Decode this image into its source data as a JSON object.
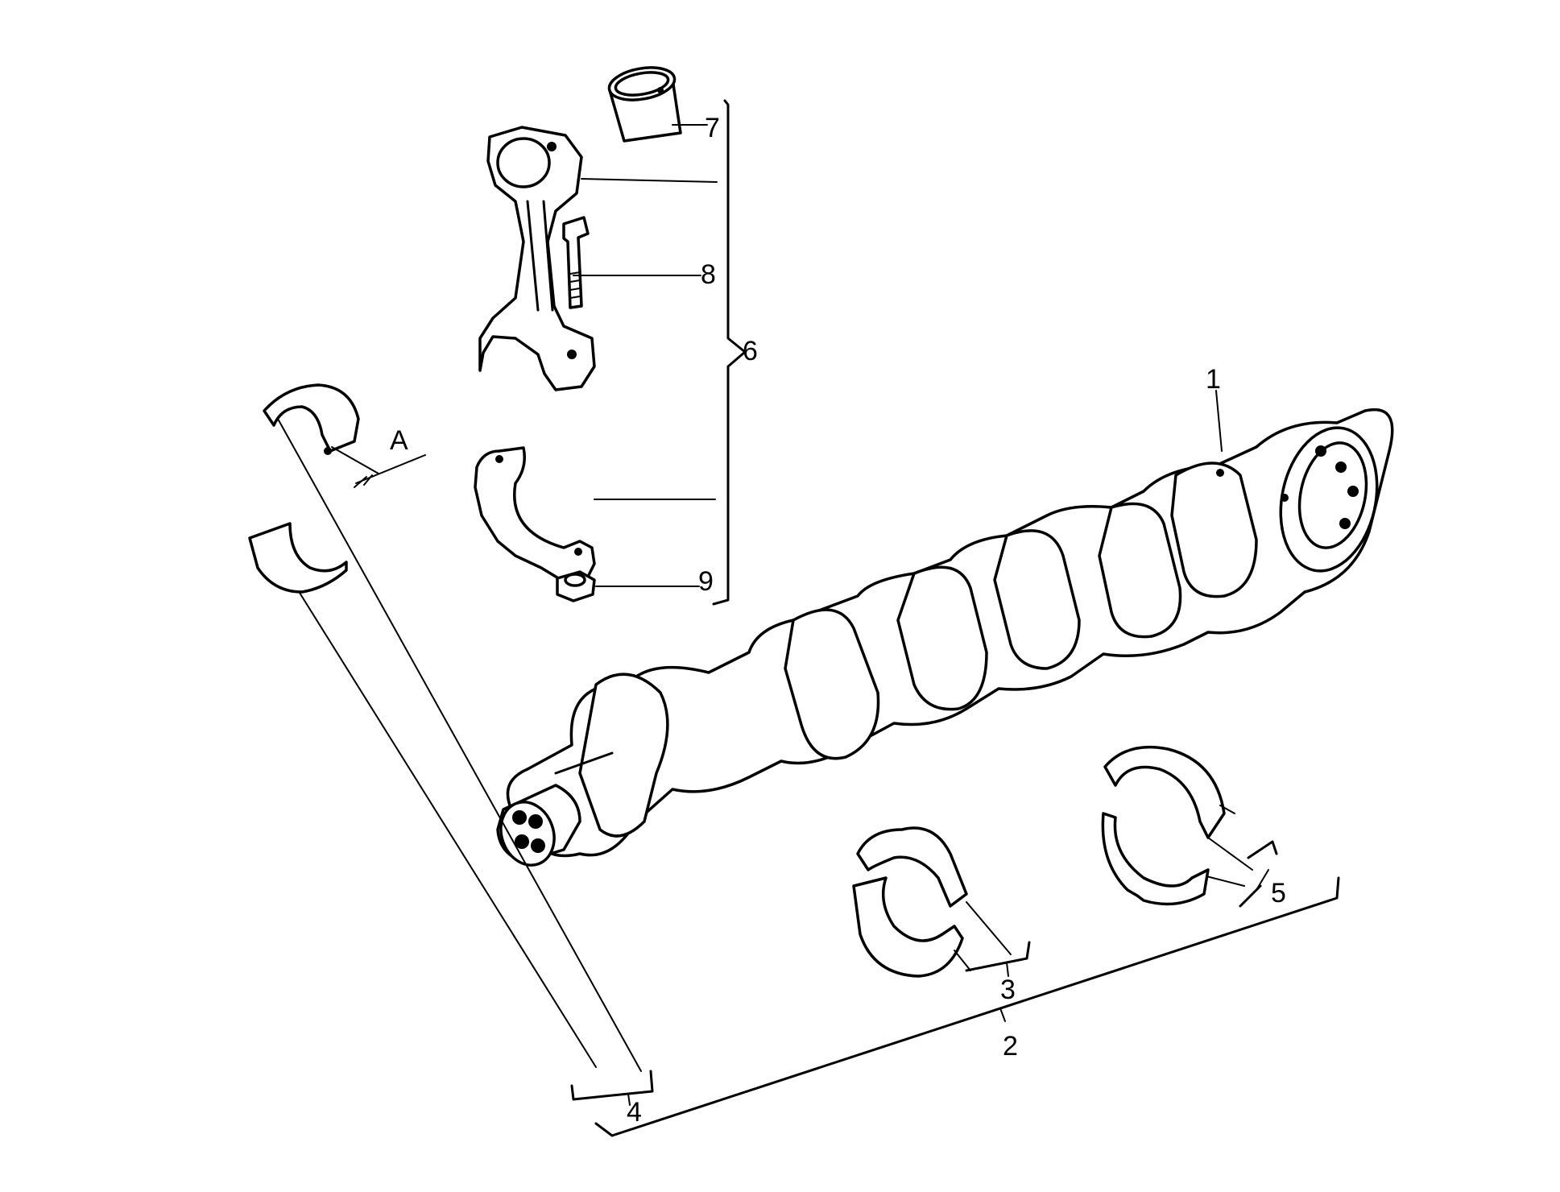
{
  "callouts": {
    "c1": "1",
    "c2": "2",
    "c3": "3",
    "c4": "4",
    "c5": "5",
    "c6": "6",
    "c7": "7",
    "c8": "8",
    "c9": "9",
    "cA": "A"
  }
}
